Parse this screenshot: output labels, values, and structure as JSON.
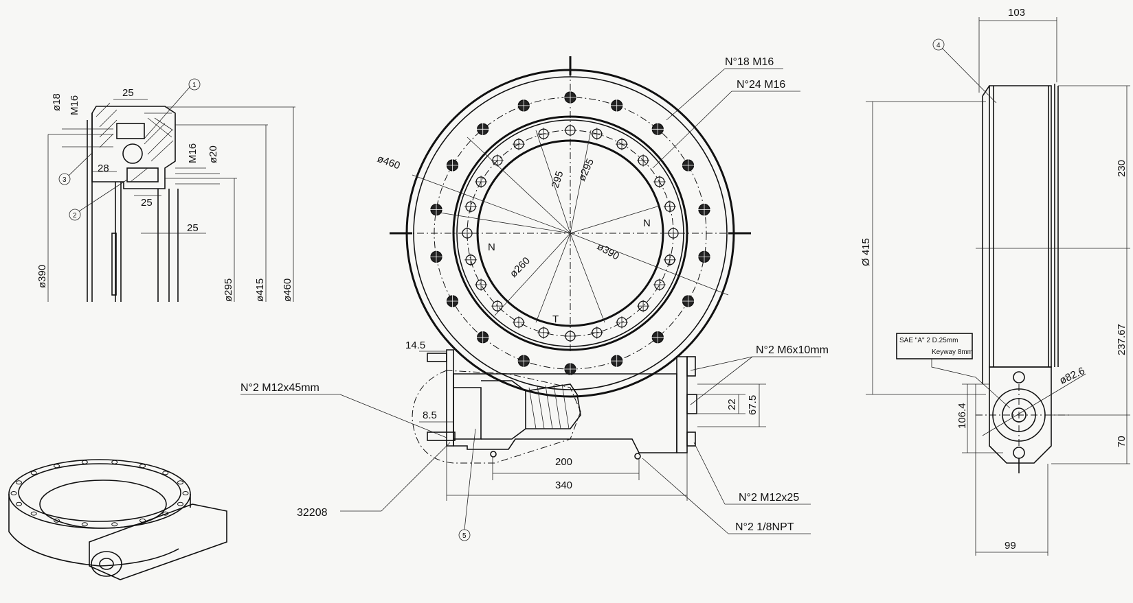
{
  "left_section": {
    "dims": {
      "d18": "ø18",
      "m16a": "M16",
      "w25a": "25",
      "w28": "28",
      "w25b": "25",
      "w25c": "25",
      "m16b": "M16",
      "d20": "ø20",
      "d390": "ø390",
      "d295": "ø295",
      "d415": "ø415",
      "d460": "ø460"
    },
    "callouts": [
      "1",
      "2",
      "3"
    ]
  },
  "front_view": {
    "dims": {
      "d460": "ø460",
      "c295a": "295",
      "c295b": "ø295",
      "d260": "ø260",
      "d390": "ø390",
      "w14_5": "14.5",
      "w8_5": "8.5",
      "h22": "22",
      "h67_5": "67.5",
      "w200": "200",
      "w340": "340"
    },
    "marks": {
      "n1": "N",
      "n2": "N",
      "t": "T"
    },
    "labels": {
      "holes18": "N°18  M16",
      "holes24": "N°24  M16",
      "m6": "N°2  M6x10mm",
      "m12x45": "N°2  M12x45mm",
      "bearing": "32208",
      "m12x25": "N°2 M12x25",
      "npt": "N°2  1/8NPT"
    },
    "callouts": [
      "5"
    ]
  },
  "side_view": {
    "dims": {
      "w103": "103",
      "h230": "230",
      "d415": "Ø 415",
      "h237_67": "237.67",
      "d82_6": "ø82.6",
      "h106_4": "106.4",
      "h70": "70",
      "w99": "99"
    },
    "sae_line1": "SAE \"A\" 2  D.25mm",
    "sae_line2": "Keyway 8mm",
    "callouts": [
      "4"
    ]
  }
}
